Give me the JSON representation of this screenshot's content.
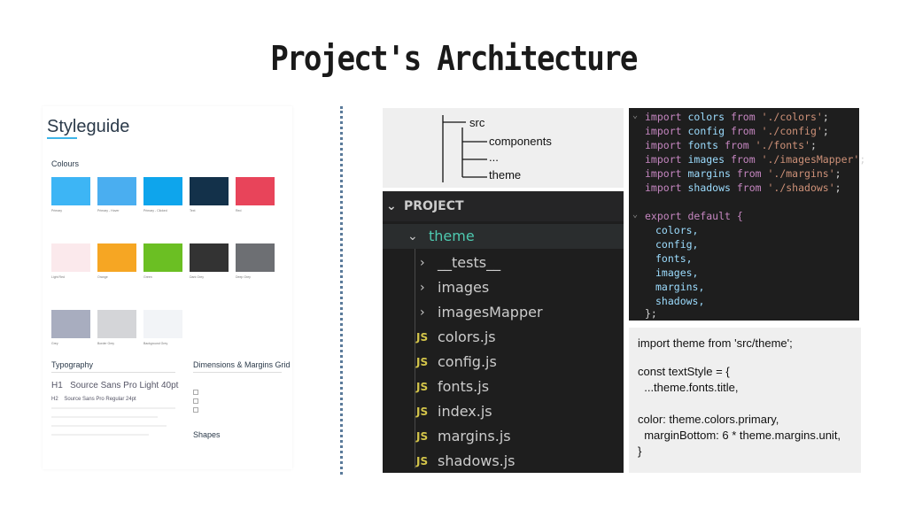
{
  "slide": {
    "title": "Project's Architecture"
  },
  "styleguide": {
    "title": "Styleguide",
    "colours_heading": "Colours",
    "swatches": [
      {
        "name": "Primary",
        "color": "#3db5f5"
      },
      {
        "name": "Primary - Hover",
        "color": "#4aaef0"
      },
      {
        "name": "Primary - Clicked",
        "color": "#0ea5ec"
      },
      {
        "name": "Text",
        "color": "#13314a"
      },
      {
        "name": "Red",
        "color": "#e8445a"
      },
      {
        "name": "Light Red",
        "color": "#fbe9ec"
      },
      {
        "name": "Orange",
        "color": "#f6a623"
      },
      {
        "name": "Green",
        "color": "#6bbf23"
      },
      {
        "name": "Dark Grey",
        "color": "#333333"
      },
      {
        "name": "Deep Grey",
        "color": "#6d6f73"
      },
      {
        "name": "Grey",
        "color": "#a8adbf"
      },
      {
        "name": "Border Grey",
        "color": "#d4d5d8"
      },
      {
        "name": "Background Grey",
        "color": "#f2f4f7"
      }
    ],
    "typography_heading": "Typography",
    "typography": [
      {
        "tag": "H1",
        "sample": "Source Sans Pro Light 40pt"
      },
      {
        "tag": "H2",
        "sample": "Source Sans Pro Regular 24pt"
      }
    ],
    "dimensions_heading": "Dimensions & Margins Grid",
    "shapes_heading": "Shapes"
  },
  "tree": {
    "lines": [
      "src",
      "components",
      "...",
      "theme"
    ]
  },
  "explorer": {
    "header": "PROJECT",
    "folder": "theme",
    "js_badge": "JS",
    "subfolders": [
      "__tests__",
      "images",
      "imagesMapper"
    ],
    "files": [
      "colors.js",
      "config.js",
      "fonts.js",
      "index.js",
      "margins.js",
      "shadows.js"
    ]
  },
  "code": {
    "imports": [
      {
        "name": "colors",
        "path": "'./colors'"
      },
      {
        "name": "config",
        "path": "'./config'"
      },
      {
        "name": "fonts",
        "path": "'./fonts'"
      },
      {
        "name": "images",
        "path": "'./imagesMapper'"
      },
      {
        "name": "margins",
        "path": "'./margins'"
      },
      {
        "name": "shadows",
        "path": "'./shadows'"
      }
    ],
    "export_line": "export default {",
    "exports": [
      "colors,",
      "config,",
      "fonts,",
      "images,",
      "margins,",
      "shadows,"
    ],
    "closing": "};"
  },
  "usage": {
    "lines": [
      "import theme from 'src/theme';",
      "",
      "const textStyle = {",
      "  ...theme.fonts.title,",
      "",
      "color: theme.colors.primary,",
      "  marginBottom: 6 * theme.margins.unit,",
      "}"
    ]
  }
}
